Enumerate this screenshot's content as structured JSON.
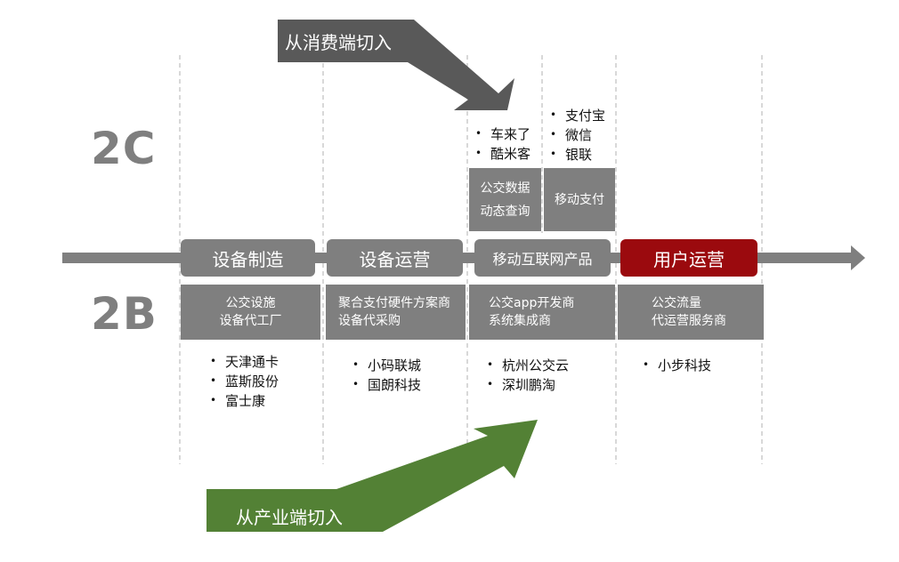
{
  "labels": {
    "c": "2C",
    "b": "2B"
  },
  "callouts": {
    "consumer": "从消费端切入",
    "industry": "从产业端切入"
  },
  "stages": [
    "设备制造",
    "设备运营",
    "移动互联网产品",
    "用户运营"
  ],
  "b_roles": [
    [
      "公交设施",
      "设备代工厂"
    ],
    [
      "聚合支付硬件方案商",
      "设备代采购"
    ],
    [
      "公交app开发商",
      "系统集成商"
    ],
    [
      "公交流量",
      "代运营服务商"
    ]
  ],
  "b_examples": [
    [
      "天津通卡",
      "蓝斯股份",
      "富士康"
    ],
    [
      "小码联城",
      "国朗科技"
    ],
    [
      "杭州公交云",
      "深圳鹏淘"
    ],
    [
      "小步科技"
    ]
  ],
  "c_boxes": [
    [
      "公交数据",
      "动态查询"
    ],
    [
      "移动支付"
    ]
  ],
  "c_examples": [
    [
      "车来了",
      "酷米客"
    ],
    [
      "支付宝",
      "微信",
      "银联"
    ]
  ],
  "colors": {
    "gray": "#7f7f7f",
    "red": "#9b0a0e",
    "green": "#538135",
    "dark": "#595959"
  }
}
